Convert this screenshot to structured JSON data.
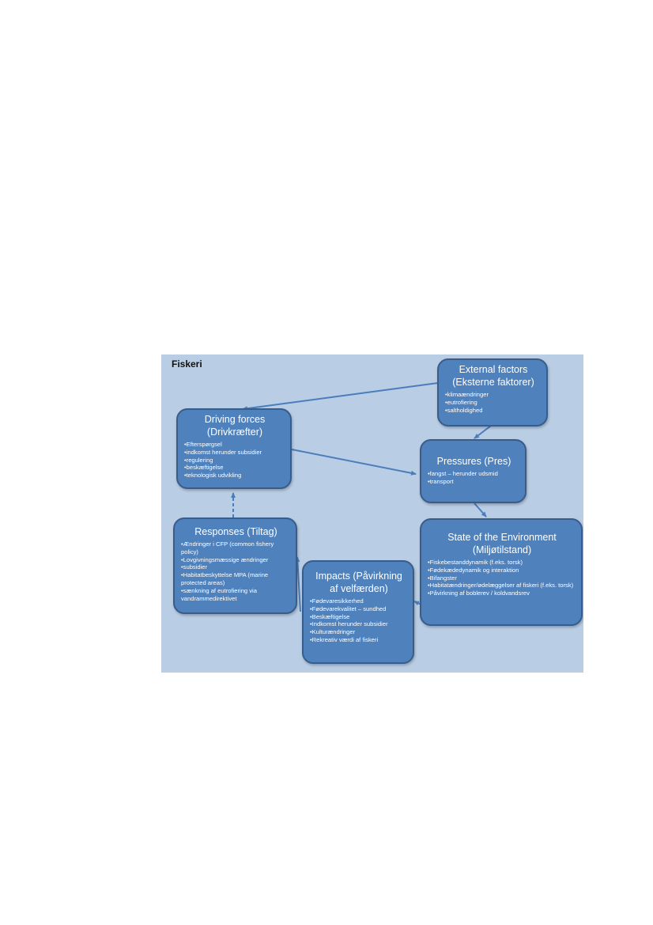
{
  "diagram": {
    "title": "Fiskeri",
    "nodes": {
      "external_factors": {
        "title_line1": "External factors",
        "title_line2": "(Eksterne faktorer)",
        "items": [
          "klimaændringer",
          "eutrofiering",
          "saltholdighed"
        ]
      },
      "driving_forces": {
        "title_line1": "Driving forces",
        "title_line2": "(Drivkræfter)",
        "items": [
          "Efterspørgsel",
          "indkomst herunder subsidier",
          "regulering",
          "beskæftigelse",
          "teknologisk udvikling"
        ]
      },
      "pressures": {
        "title_line1": "Pressures (Pres)",
        "items": [
          "fangst – herunder udsmid",
          "transport"
        ]
      },
      "state": {
        "title_line1": "State of the Environment",
        "title_line2": "(Miljøtilstand)",
        "items": [
          "Fiskebestanddynamik (f.eks. torsk)",
          "Fødekædedynamik og interaktion",
          "Bifangster",
          "Habitatændringer/ødelæggelser af fiskeri (f.eks. torsk)",
          "Påvirkning af  boblerev / koldvandsrev"
        ]
      },
      "impacts": {
        "title_line1": "Impacts (Påvirkning",
        "title_line2": "af velfærden)",
        "items": [
          "Fødevaresikkerhed",
          "Fødevarekvalitet – sundhed",
          "Beskæftigelse",
          "Indkomst herunder subsidier",
          "Kulturændringer",
          "Rekreativ værdi af fiskeri"
        ]
      },
      "responses": {
        "title_line1": "Responses (Tiltag)",
        "items": [
          "Ændringer i CFP (common fishery policy)",
          "Lovgivningsmæssige ændringer",
          "subsidier",
          "Habitatbeskyttelse MPA (marine protected areas)",
          "sænkning af eutrofiering via vandrammedirektivet"
        ]
      }
    },
    "colors": {
      "background": "#b9cde5",
      "node_fill": "#4f81bd",
      "node_border": "#385d8a",
      "arrow": "#4a7ebb"
    }
  }
}
